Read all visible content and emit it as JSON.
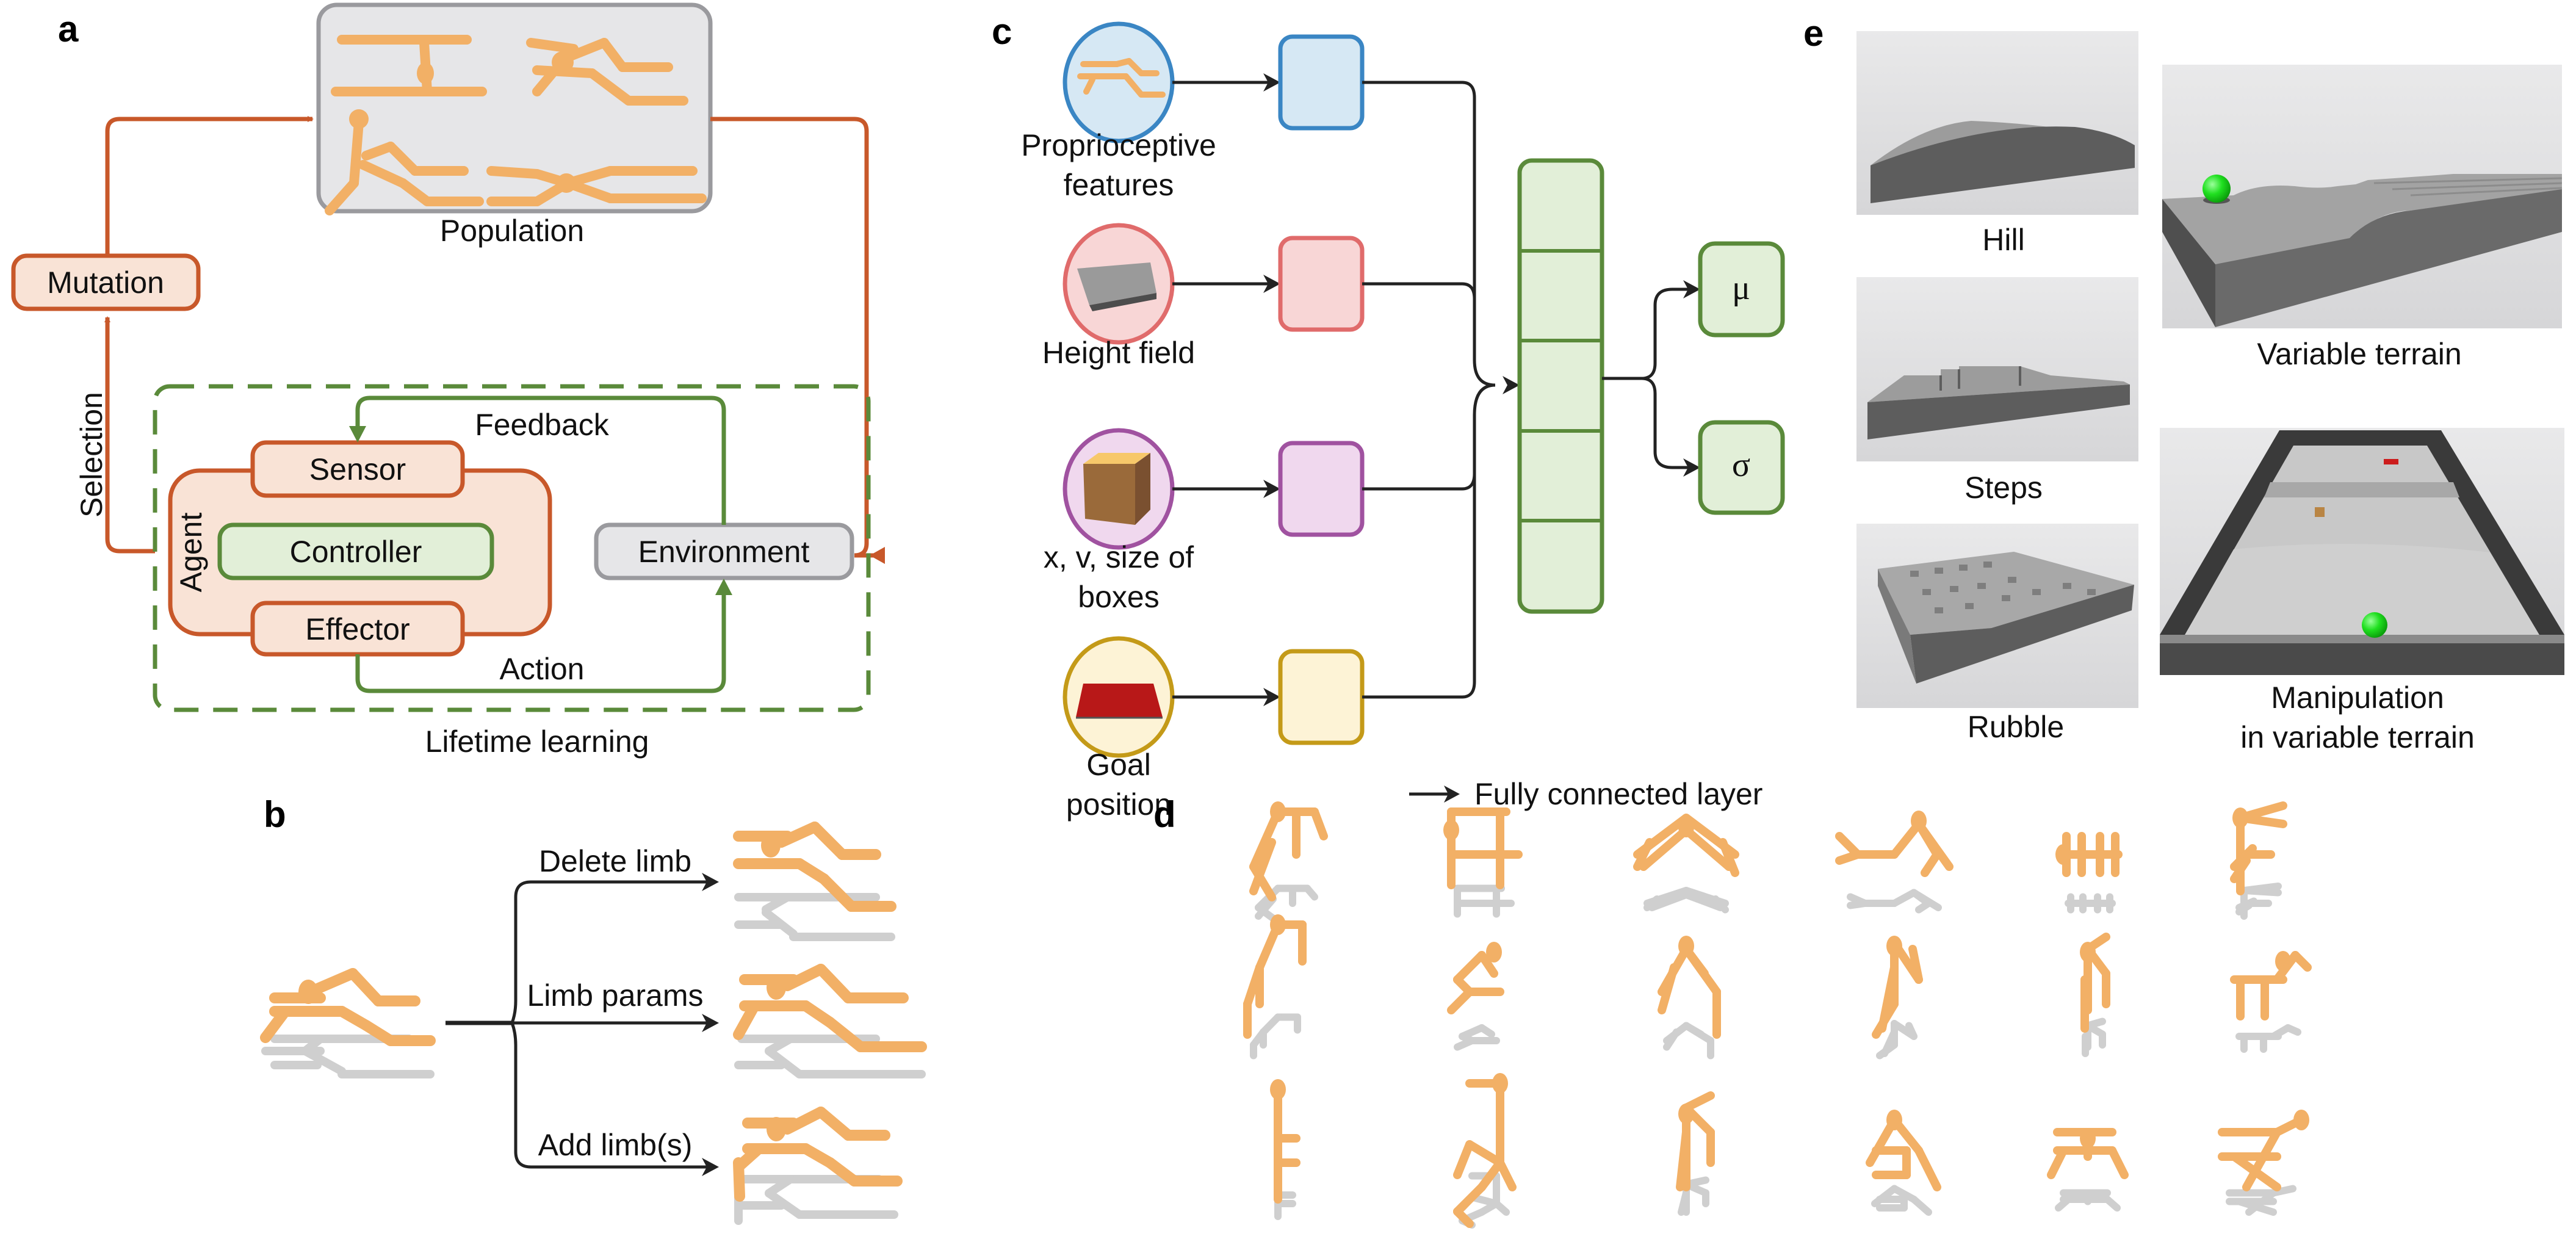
{
  "panels": {
    "a": {
      "label": "a",
      "population_label": "Population",
      "mutation_label": "Mutation",
      "selection_label": "Selection",
      "sensor_label": "Sensor",
      "agent_label": "Agent",
      "controller_label": "Controller",
      "effector_label": "Effector",
      "environment_label": "Environment",
      "feedback_label": "Feedback",
      "action_label": "Action",
      "lifetime_label": "Lifetime learning"
    },
    "b": {
      "label": "b",
      "branches": [
        {
          "label": "Delete limb"
        },
        {
          "label": "Limb params"
        },
        {
          "label": "Add limb(s)"
        }
      ]
    },
    "c": {
      "label": "c",
      "inputs": [
        {
          "label_lines": [
            "Proprioceptive",
            "features"
          ],
          "fill": "#d6e8f4",
          "stroke": "#3a86c4"
        },
        {
          "label_lines": [
            "Height field"
          ],
          "fill": "#f8d6d6",
          "stroke": "#e06b6b"
        },
        {
          "label_lines": [
            "x, v, size of",
            "boxes"
          ],
          "fill": "#f0d8ee",
          "stroke": "#a052a0"
        },
        {
          "label_lines": [
            "Goal",
            "position"
          ],
          "fill": "#fdf3d6",
          "stroke": "#c49a18"
        }
      ],
      "outputs": [
        {
          "symbol": "μ"
        },
        {
          "symbol": "σ"
        }
      ],
      "legend": "Fully connected layer",
      "accent_green": "#5a8a3a",
      "green_fill": "#e2efd8"
    },
    "d": {
      "label": "d",
      "morphology_count": 18
    },
    "e": {
      "label": "e",
      "environments": [
        {
          "name": "Hill"
        },
        {
          "name": "Steps"
        },
        {
          "name": "Rubble"
        },
        {
          "name": "Variable terrain"
        },
        {
          "name_lines": [
            "Manipulation",
            "in variable terrain"
          ]
        }
      ]
    }
  },
  "colors": {
    "orange": "#c8582a",
    "orange_fill": "#f9e3d6",
    "green": "#5a8a3a",
    "green_fill": "#e2efd8",
    "gray_box": "#e6e6e8",
    "gray_stroke": "#9a9a9e",
    "limb": "#f2b066",
    "shadow": "#cfcfcf"
  }
}
